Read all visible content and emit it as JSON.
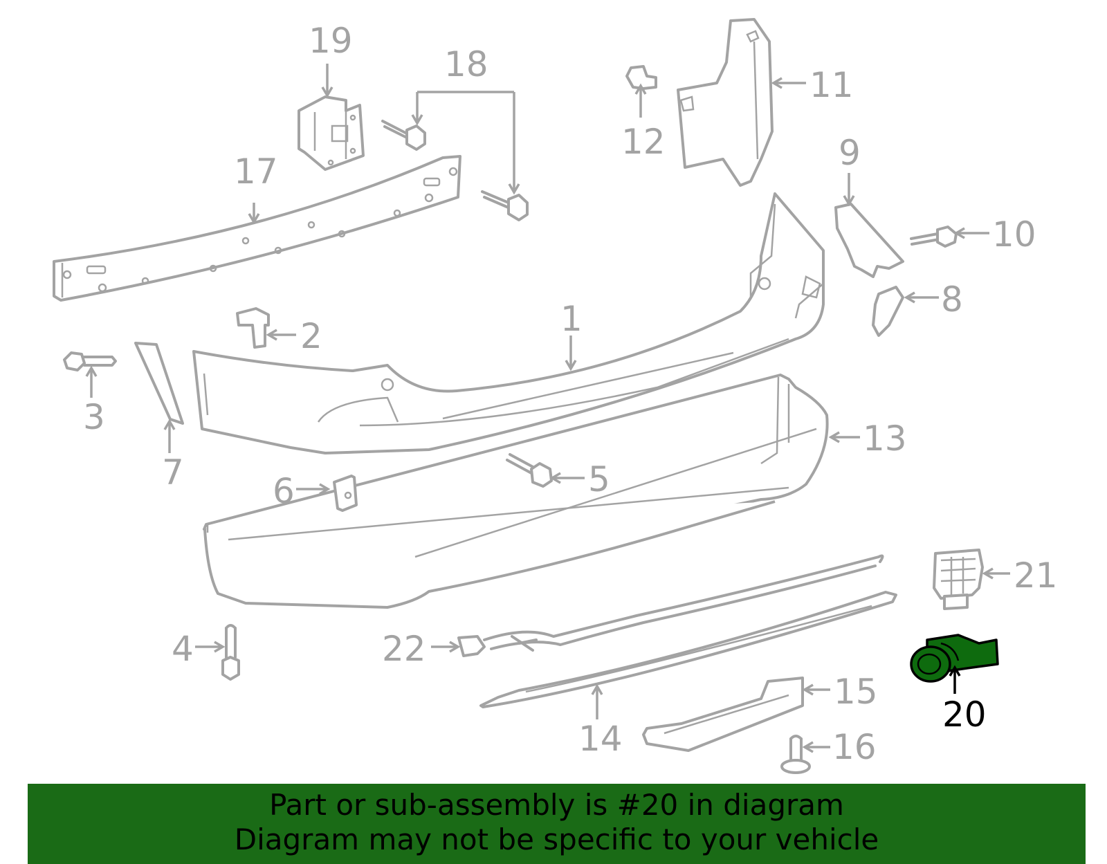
{
  "diagram": {
    "callouts": [
      {
        "id": "1",
        "label": "1"
      },
      {
        "id": "2",
        "label": "2"
      },
      {
        "id": "3",
        "label": "3"
      },
      {
        "id": "4",
        "label": "4"
      },
      {
        "id": "5",
        "label": "5"
      },
      {
        "id": "6",
        "label": "6"
      },
      {
        "id": "7",
        "label": "7"
      },
      {
        "id": "8",
        "label": "8"
      },
      {
        "id": "9",
        "label": "9"
      },
      {
        "id": "10",
        "label": "10"
      },
      {
        "id": "11",
        "label": "11"
      },
      {
        "id": "12",
        "label": "12"
      },
      {
        "id": "13",
        "label": "13"
      },
      {
        "id": "14",
        "label": "14"
      },
      {
        "id": "15",
        "label": "15"
      },
      {
        "id": "16",
        "label": "16"
      },
      {
        "id": "17",
        "label": "17"
      },
      {
        "id": "18",
        "label": "18"
      },
      {
        "id": "19",
        "label": "19"
      },
      {
        "id": "20",
        "label": "20",
        "highlighted": true
      },
      {
        "id": "21",
        "label": "21"
      },
      {
        "id": "22",
        "label": "22"
      }
    ],
    "line_color": "#a3a3a3",
    "highlight_fill": "#0e6b0e"
  },
  "banner": {
    "line1": "Part or sub-assembly is #20 in diagram",
    "line2": "Diagram may not be specific to your vehicle",
    "background": "#1a6b16"
  }
}
